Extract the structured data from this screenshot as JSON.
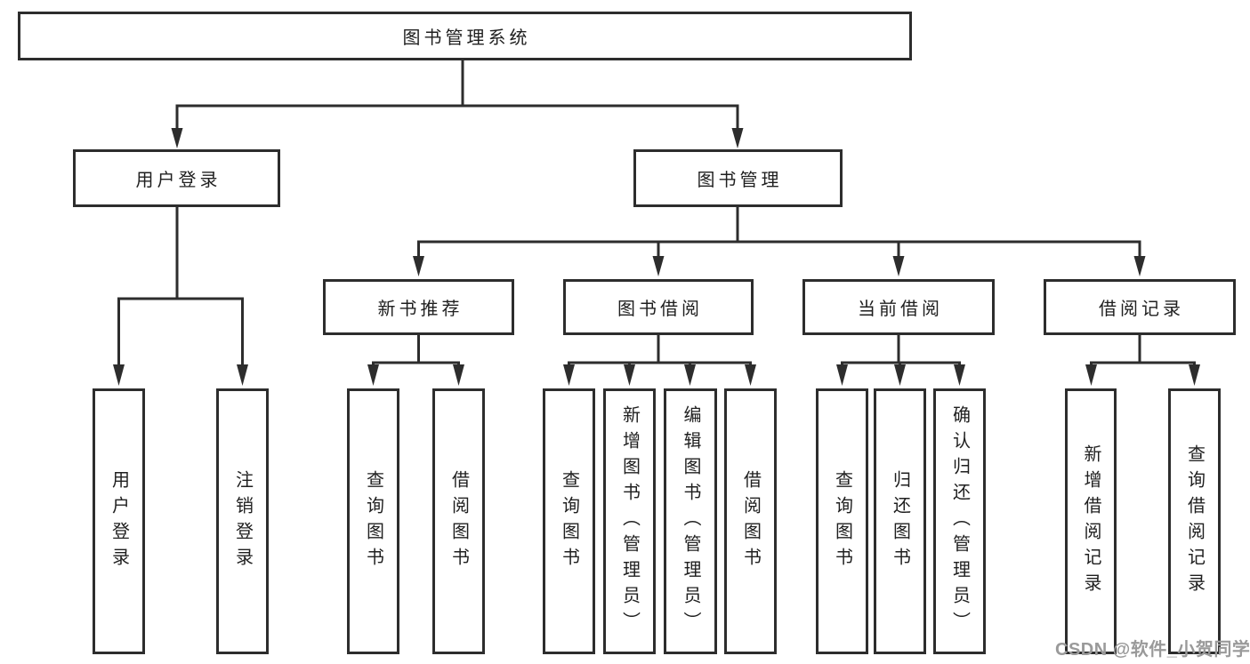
{
  "colors": {
    "line": "#2d2d2d",
    "text": "#1f1f1f",
    "box_fill": "#ffffff",
    "page_background": "#ffffff",
    "watermark": "#9a9a9a"
  },
  "tree": {
    "root": {
      "label": "图书管理系统"
    },
    "level2": [
      {
        "label": "用户登录",
        "leaves": [
          "用户登录",
          "注销登录"
        ]
      },
      {
        "label": "图书管理",
        "groups": [
          {
            "label": "新书推荐",
            "leaves": [
              "查询图书",
              "借阅图书"
            ]
          },
          {
            "label": "图书借阅",
            "leaves": [
              "查询图书",
              "新增图书（管理员）",
              "编辑图书（管理员）",
              "借阅图书"
            ]
          },
          {
            "label": "当前借阅",
            "leaves": [
              "查询图书",
              "归还图书",
              "确认归还（管理员）"
            ]
          },
          {
            "label": "借阅记录",
            "leaves": [
              "新增借阅记录",
              "查询借阅记录"
            ]
          }
        ]
      }
    ]
  },
  "watermark": {
    "text": "CSDN @软件_小贺同学"
  }
}
